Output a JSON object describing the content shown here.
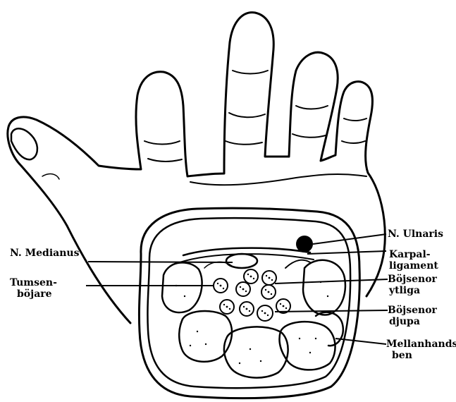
{
  "labels": {
    "n_ulnaris": "N. Ulnaris",
    "karpal_line1": "Karpal-",
    "karpal_line2": "ligament",
    "n_medianus": "N. Medianus",
    "tumsen_line1": "Tumsen-",
    "tumsen_line2": "böjare",
    "bojsenor_ytliga_line1": "Böjsenor",
    "bojsenor_ytliga_line2": "ytliga",
    "bojsenor_djupa_line1": "Böjsenor",
    "bojsenor_djupa_line2": "djupa",
    "mellanhand_line1": "Mellanhands-",
    "mellanhand_line2": "ben"
  }
}
